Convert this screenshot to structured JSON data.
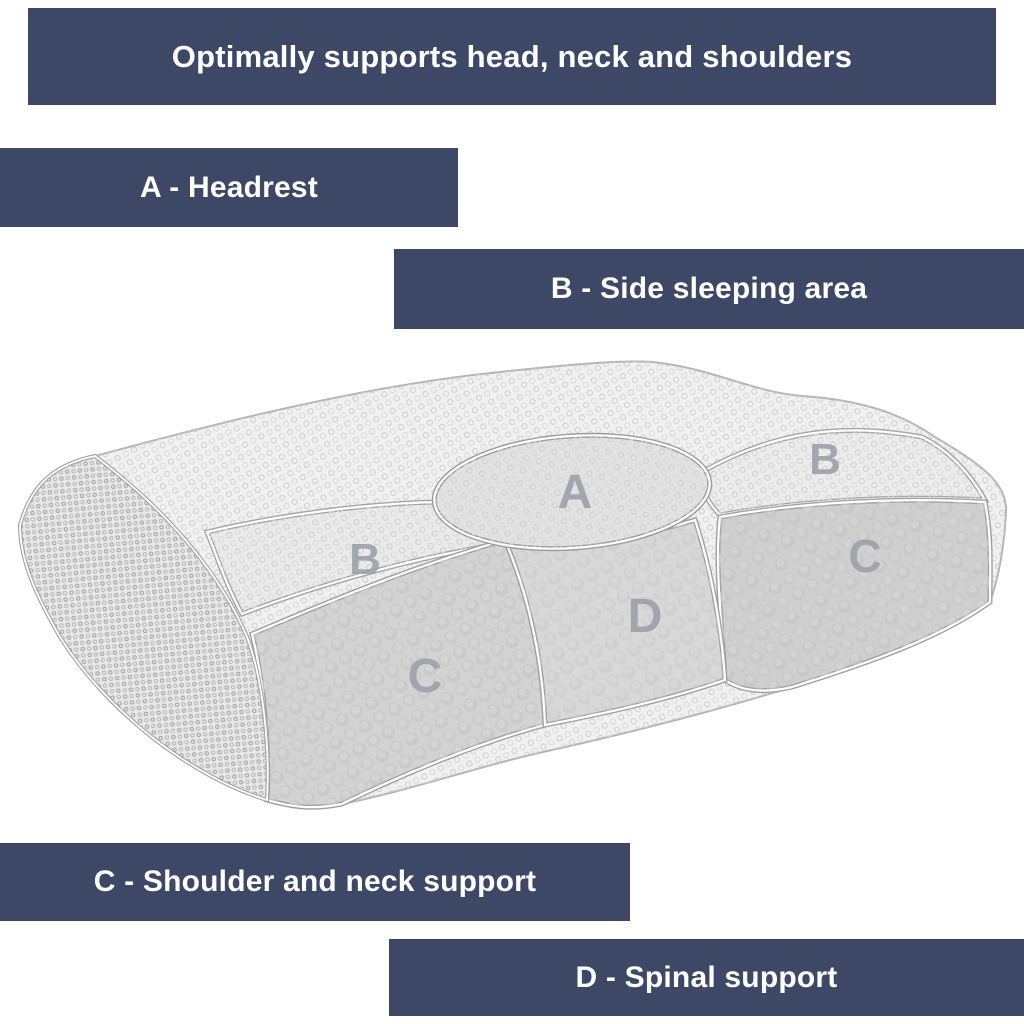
{
  "title": "Optimally supports head, neck and shoulders",
  "labels": {
    "a": "A - Headrest",
    "b": "B - Side sleeping area",
    "c": "C - Shoulder and neck support",
    "d": "D - Spinal support"
  },
  "pillow_zones": {
    "a": "A",
    "b_left": "B",
    "b_right": "B",
    "c_front": "C",
    "c_right": "C",
    "d": "D"
  },
  "colors": {
    "banner": "#3d4766",
    "banner_text": "#ffffff",
    "zone_letter": "#9ba1ab",
    "pillow_light": "#f1f1f1",
    "pillow_mid": "#d3d3d3"
  }
}
